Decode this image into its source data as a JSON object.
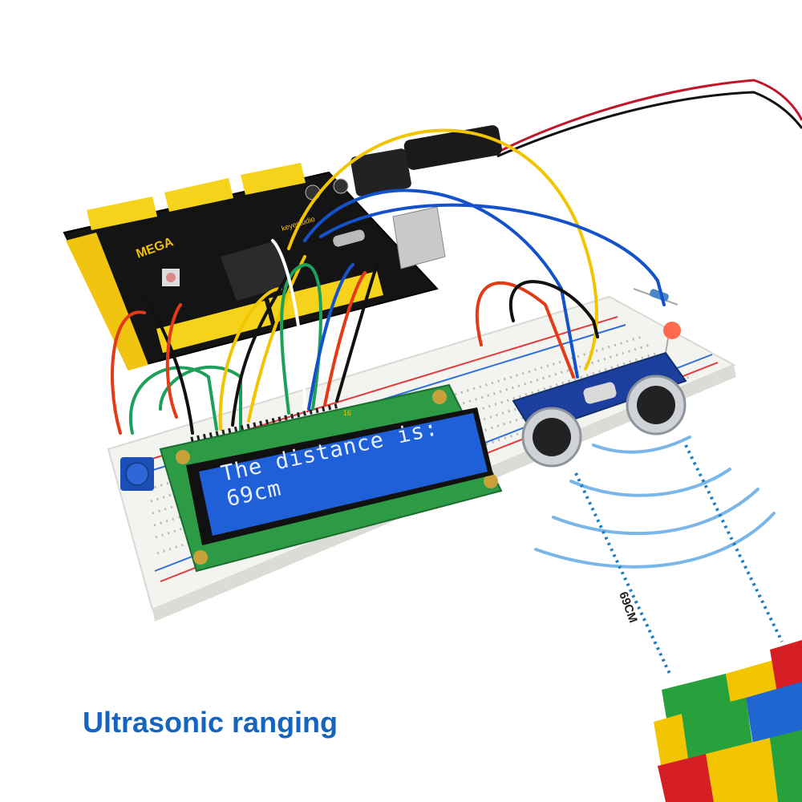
{
  "caption": "Ultrasonic ranging",
  "lcd": {
    "line1": "The distance is:",
    "line2": "69cm",
    "pin_label": "16"
  },
  "measurement_label": "69CM",
  "board": {
    "name": "MEGA",
    "brand": "keyestudio"
  },
  "colors": {
    "caption": "#1565c0",
    "lcd_background": "#1f5fd8",
    "pcb": "#151515",
    "header": "#f5d31a",
    "sound_wave": "#7ab7e8",
    "breadboard": "#f3f3f0"
  },
  "icons": [
    "sound-wave-icon",
    "distance-line-icon"
  ]
}
